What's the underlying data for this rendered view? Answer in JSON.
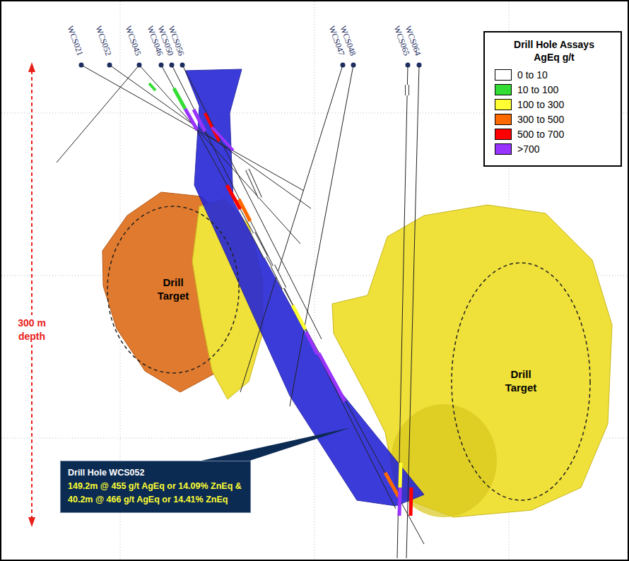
{
  "diagram": {
    "nodes": [
      {
        "text": [
          "Drill Target"
        ]
      },
      {
        "text": [
          "Drill Target"
        ]
      },
      {
        "text": [
          "Drill Hole WCS052",
          "149.2m @ 455 g/t AgEq or 14.09% ZnEq &",
          "40.2m @ 466 g/t AgEq or 14.41% ZnEq"
        ]
      }
    ],
    "labels": [
      "WCS021",
      "WCS052",
      "WCS045",
      "WCS046",
      "WCS050",
      "WCS056",
      "WCS047",
      "WCS048",
      "WCS065",
      "WCS064",
      "Drill Hole Assays AgEq g/t",
      "300 m depth"
    ],
    "legend": [
      {
        "text": "0 to 10",
        "color": "#ffffff"
      },
      {
        "text": "10 to 100",
        "color": "#33dd33"
      },
      {
        "text": "100 to 300",
        "color": "#ffff33"
      },
      {
        "text": "300 to 500",
        "color": "#ff6a00"
      },
      {
        "text": "500 to 700",
        "color": "#ff0000"
      },
      {
        "text": ">700",
        "color": "#9933ff"
      }
    ]
  }
}
